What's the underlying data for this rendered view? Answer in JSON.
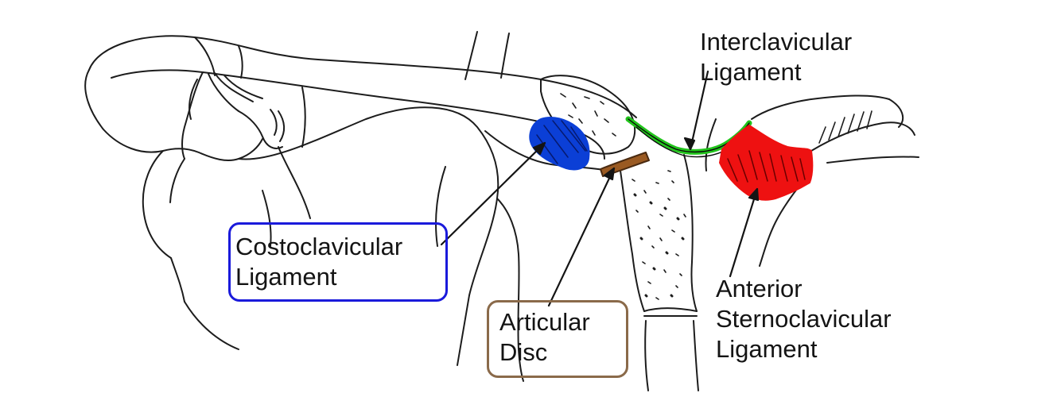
{
  "labels": {
    "interclavicular": {
      "line1": "Interclavicular",
      "line2": "Ligament"
    },
    "costoclavicular": {
      "line1": "Costoclavicular",
      "line2": "Ligament"
    },
    "articular_disc": {
      "line1": "Articular",
      "line2": "Disc"
    },
    "anterior_sternoclavicular": {
      "line1": "Anterior",
      "line2": "Sternoclavicular",
      "line3": "Ligament"
    }
  },
  "colors": {
    "costoclavicular_ligament": "#0b3fd6",
    "articular_disc": "#9a5a22",
    "interclavicular_ligament": "#22c41c",
    "anterior_sternoclavicular_ligament": "#ee1111",
    "costoclavicular_box": "#1a1adb",
    "articular_disc_box": "#8a6a4a",
    "line_art": "#1c1c1c"
  }
}
